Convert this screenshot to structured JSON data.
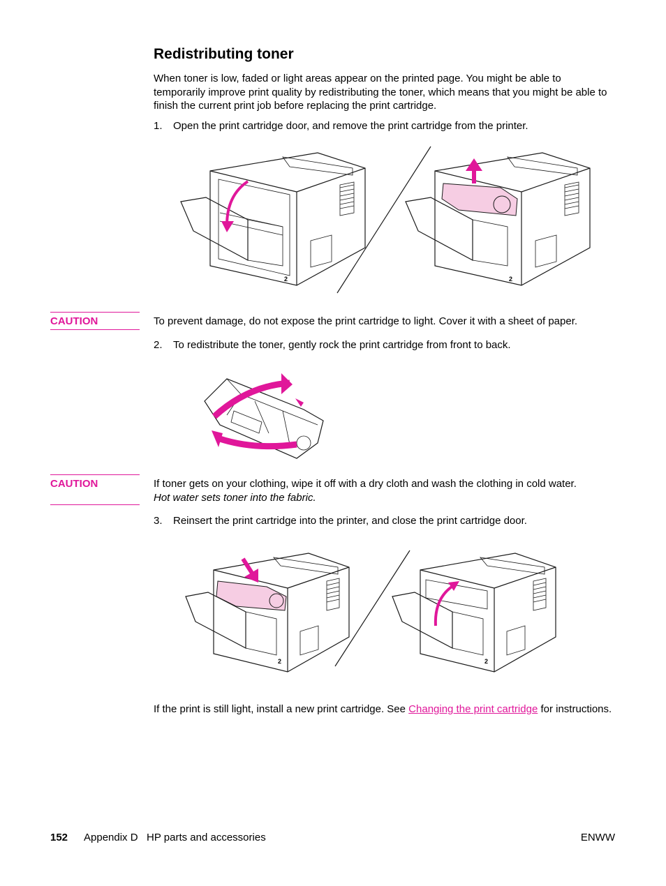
{
  "title": "Redistributing toner",
  "intro": "When toner is low, faded or light areas appear on the printed page. You might be able to temporarily improve print quality by redistributing the toner, which means that you might be able to finish the current print job before replacing the print cartridge.",
  "steps": [
    {
      "num": "1.",
      "text": "Open the print cartridge door, and remove the print cartridge from the printer."
    },
    {
      "num": "2.",
      "text": "To redistribute the toner, gently rock the print cartridge from front to back."
    },
    {
      "num": "3.",
      "text": "Reinsert the print cartridge into the printer, and close the print cartridge door."
    }
  ],
  "cautions": [
    {
      "label": "CAUTION",
      "text": "To prevent damage, do not expose the print cartridge to light. Cover it with a sheet of paper."
    },
    {
      "label": "CAUTION",
      "text": "If toner gets on your clothing, wipe it off with a dry cloth and wash the clothing in cold water.",
      "italic_text": "Hot water sets toner into the fabric."
    }
  ],
  "figure_labels": {
    "tray_number": "2"
  },
  "closing": {
    "before": "If the print is still light, install a new print cartridge. See ",
    "link": "Changing the print cartridge",
    "after": " for instructions."
  },
  "footer": {
    "page_number": "152",
    "section": "Appendix D   HP parts and accessories",
    "right": "ENWW"
  },
  "colors": {
    "accent": "#e0179a",
    "cartridge_fill": "#f6cde3"
  }
}
